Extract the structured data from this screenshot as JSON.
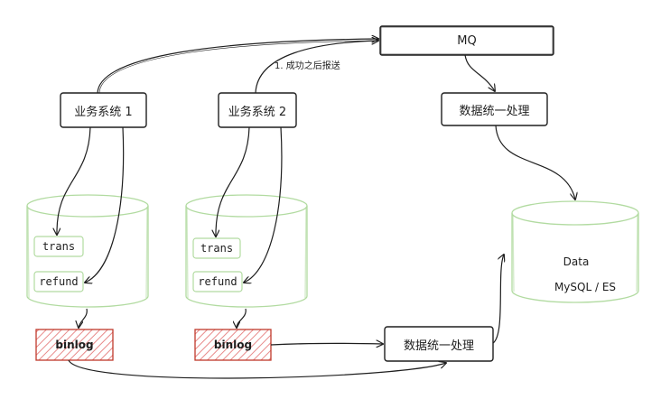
{
  "nodes": {
    "mq": {
      "label": "MQ"
    },
    "biz1": {
      "label": "业务系统 1"
    },
    "biz2": {
      "label": "业务系统 2"
    },
    "proc_top": {
      "label": "数据统一处理"
    },
    "proc_bottom": {
      "label": "数据统一处理"
    },
    "db1": {
      "tables": [
        "trans",
        "refund"
      ],
      "binlog": "binlog"
    },
    "db2": {
      "tables": [
        "trans",
        "refund"
      ],
      "binlog": "binlog"
    },
    "data_store": {
      "title": "Data",
      "subtitle": "MySQL / ES"
    }
  },
  "edges": {
    "biz2_to_mq_label": "1. 成功之后报送"
  },
  "colors": {
    "stroke": "#1e1e1e",
    "db_outline": "#b2dba1",
    "binlog_fill": "#ffc9c9",
    "binlog_stroke": "#c0392b"
  }
}
